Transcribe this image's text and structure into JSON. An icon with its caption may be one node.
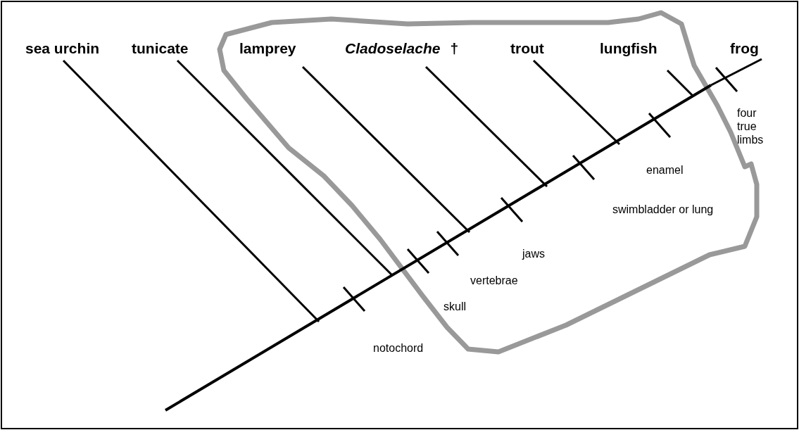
{
  "diagram": {
    "nodes": [
      {
        "text": [
          "sea urchin"
        ]
      },
      {
        "text": [
          "tunicate"
        ]
      },
      {
        "text": [
          "lamprey"
        ]
      },
      {
        "text": [
          "Cladoselache"
        ],
        "beside": [
          "†"
        ]
      },
      {
        "text": [
          "trout"
        ]
      },
      {
        "text": [
          "lungfish"
        ]
      },
      {
        "text": [
          "frog"
        ]
      }
    ],
    "edges": [
      {
        "from": 0,
        "to": null,
        "arrow": "none"
      },
      {
        "from": 1,
        "to": null,
        "arrow": "none"
      },
      {
        "from": 2,
        "to": null,
        "arrow": "none"
      },
      {
        "from": 3,
        "to": null,
        "arrow": "none"
      },
      {
        "from": 4,
        "to": null,
        "arrow": "none"
      },
      {
        "from": 5,
        "to": null,
        "arrow": "none"
      },
      {
        "from": 6,
        "to": null,
        "arrow": "none"
      }
    ],
    "labels": [
      "four true limbs",
      "enamel",
      "swimbladder or lung",
      "jaws",
      "vertebrae",
      "skull",
      "notochord"
    ]
  }
}
